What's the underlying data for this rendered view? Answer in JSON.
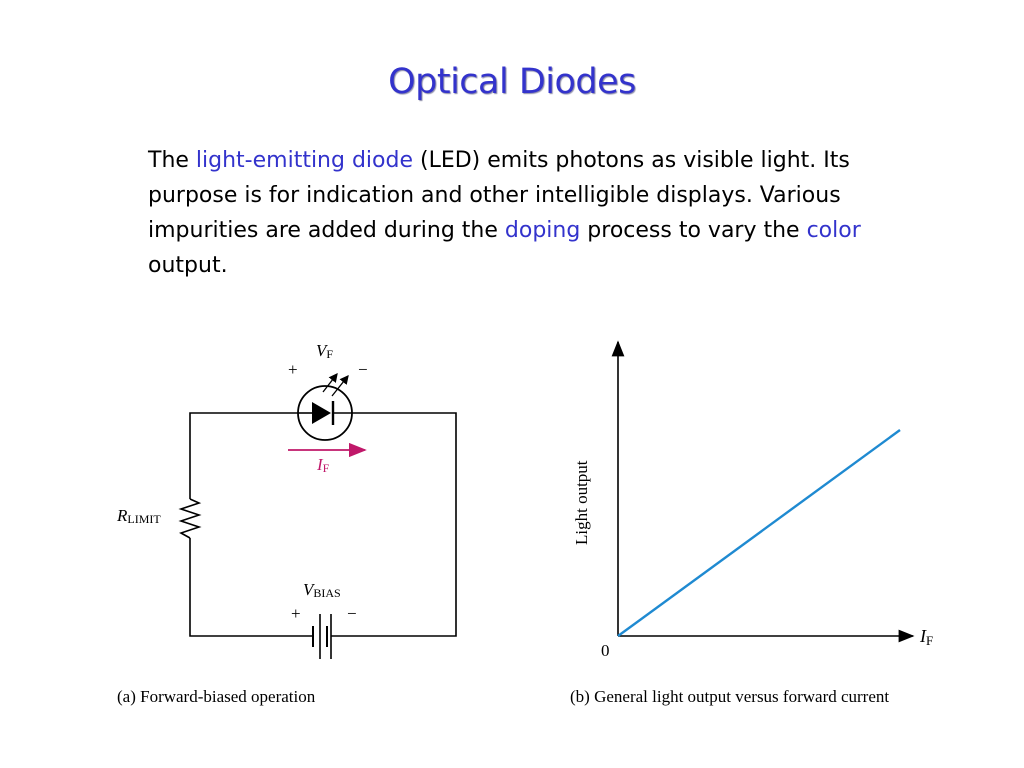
{
  "slide": {
    "title": "Optical Diodes",
    "paragraph": {
      "t1": "The ",
      "k1": "light-emitting diode",
      "t2": " (LED) emits photons as visible light. Its purpose is for indication and other intelligible displays. Various impurities are added during the ",
      "k2": "doping",
      "t3": " process to vary the ",
      "k3": "color",
      "t4": " output."
    }
  },
  "circuit": {
    "vf_main": "V",
    "vf_sub": "F",
    "vf_plus": "+",
    "vf_minus": "−",
    "if_main": "I",
    "if_sub": "F",
    "r_main": "R",
    "r_sub": "LIMIT",
    "vbias_main": "V",
    "vbias_sub": "BIAS",
    "vbias_plus": "+",
    "vbias_minus": "−",
    "caption": "(a) Forward-biased operation"
  },
  "chart_data": {
    "type": "line",
    "xlabel_main": "I",
    "xlabel_sub": "F",
    "ylabel": "Light output",
    "origin_label": "0",
    "series": [
      {
        "values": [
          [
            0,
            0
          ],
          [
            1,
            1
          ]
        ]
      }
    ],
    "caption": "(b) General light output versus forward current"
  },
  "colors": {
    "title": "#3333cc",
    "highlight": "#3333cc",
    "current_arrow": "#c0186a",
    "line": "#1f8ad1"
  }
}
